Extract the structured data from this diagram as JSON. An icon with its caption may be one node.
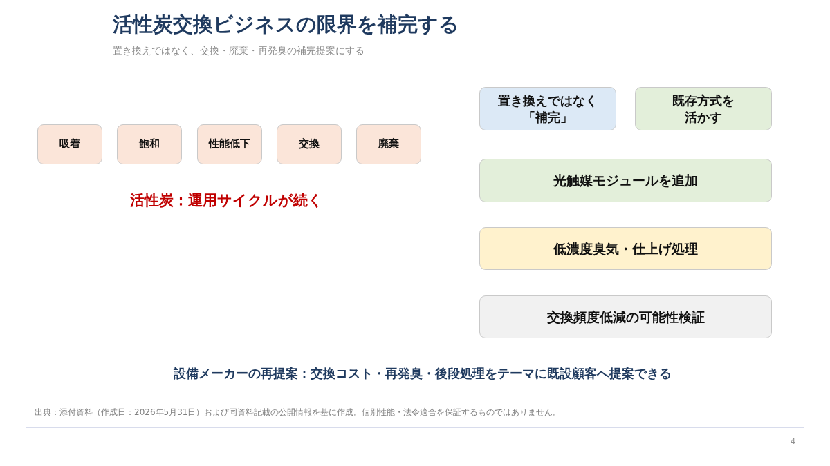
{
  "diagram": {
    "title": "活性炭交換ビジネスの限界を補完する",
    "nodes": [
      {
        "text": [
          "吸着"
        ]
      },
      {
        "text": [
          "飽和"
        ]
      },
      {
        "text": [
          "性能低下"
        ]
      },
      {
        "text": [
          "交換"
        ]
      },
      {
        "text": [
          "廃棄"
        ]
      },
      {
        "text": [
          "置き換えではなく「補完」"
        ]
      },
      {
        "text": [
          "既存方式を活かす"
        ]
      },
      {
        "text": [
          "光触媒モジュールを追加"
        ]
      },
      {
        "text": [
          "低濃度臭気・仕上げ処理"
        ]
      },
      {
        "text": [
          "交換頻度低減の可能性検証"
        ]
      }
    ],
    "labels": [
      "置き換えではなく、交換・廃棄・再発臭の補完提案にする",
      "活性炭：運用サイクルが続く",
      "設備メーカーの再提案：交換コスト・再発臭・後段処理をテーマに既設顧客へ提案できる",
      "出典：添付資料（作成日：2026年5月31日）および同資料記載の公開情報を基に作成。個別性能・法令適合を保証するものではありません。",
      "4"
    ]
  }
}
